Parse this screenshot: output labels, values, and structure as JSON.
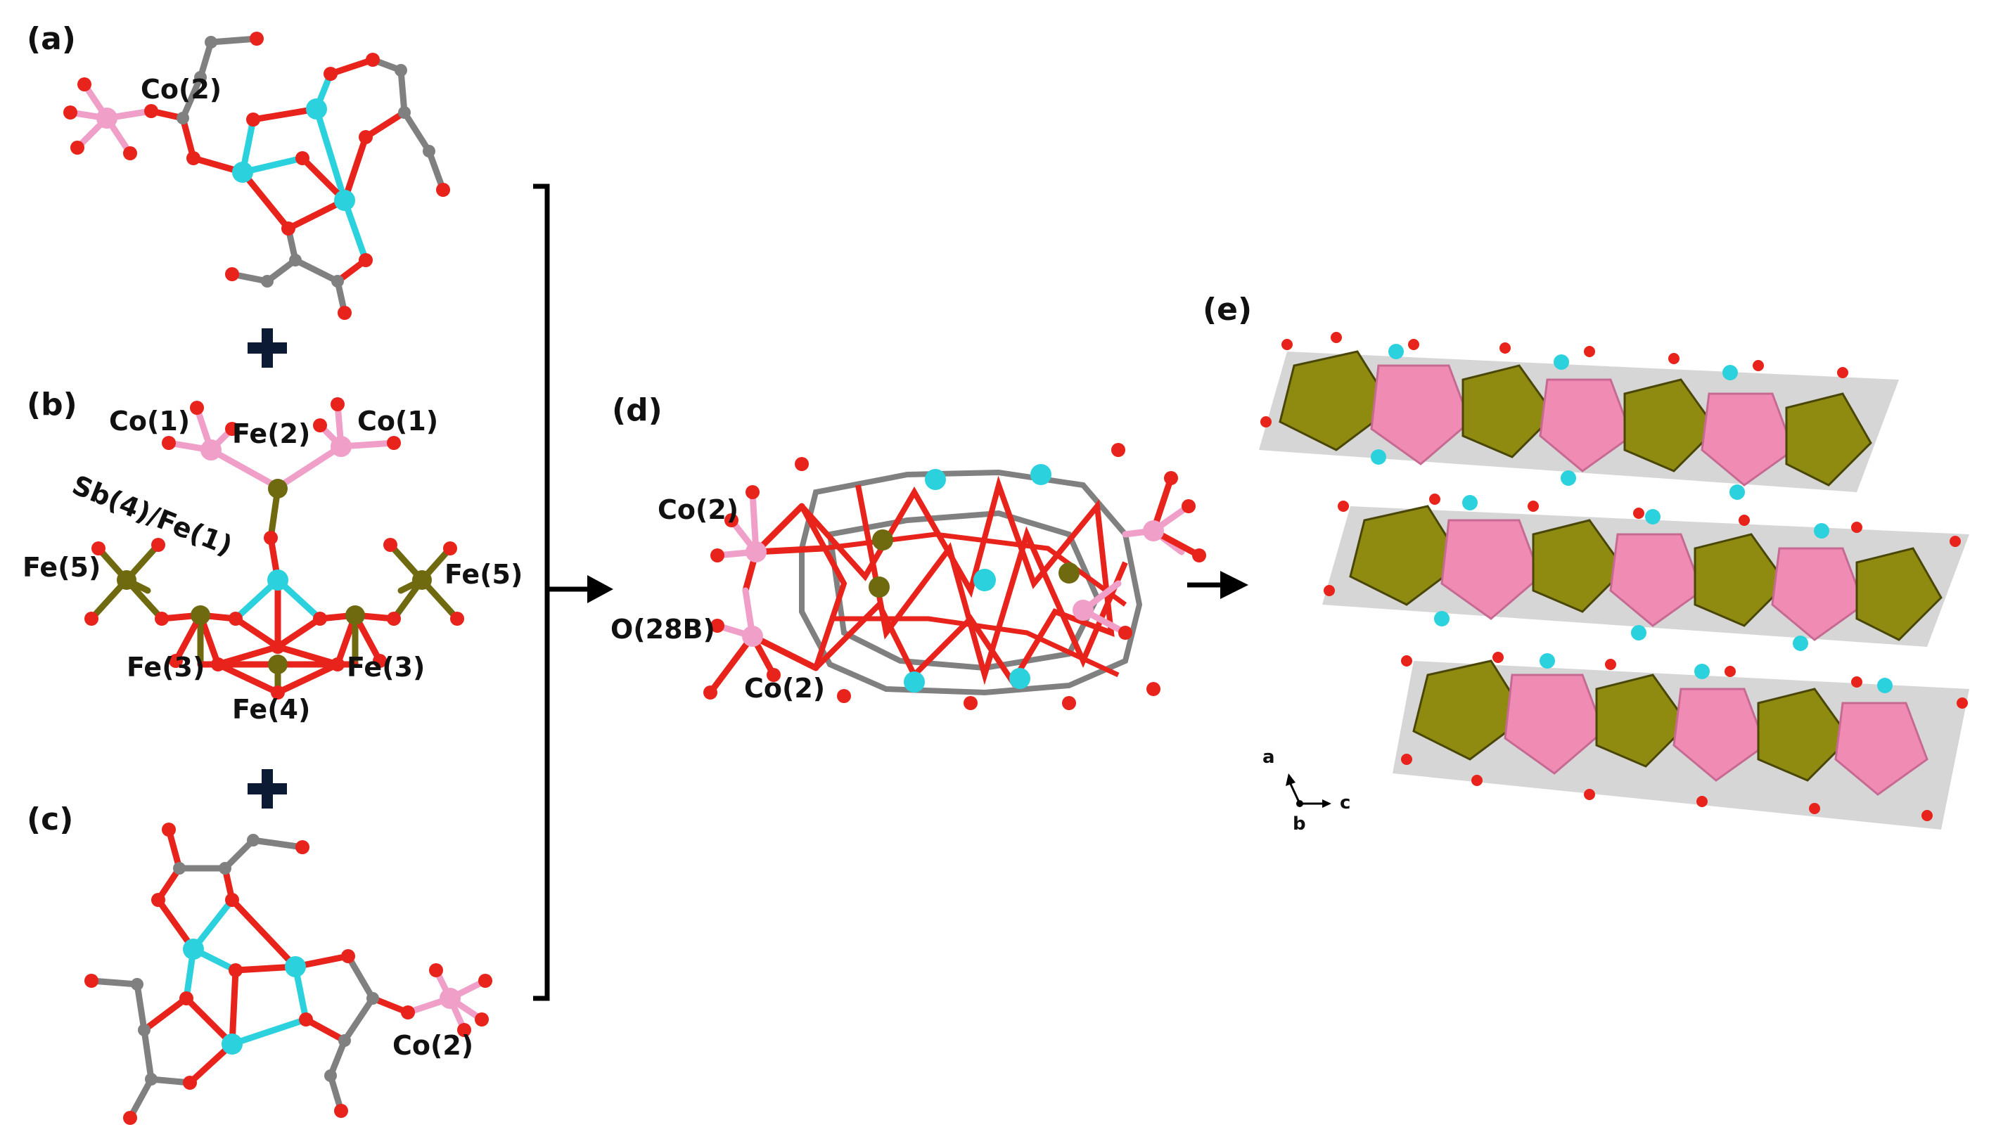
{
  "colors": {
    "oxygen": "#e8231c",
    "carbon": "#808080",
    "sb": "#2bd2de",
    "fe": "#6f6a10",
    "co": "#f0a0c8",
    "fe_polyhedron": "#8f8a10",
    "co_polyhedron": "#f08cb4",
    "line": "#000000"
  },
  "panels": {
    "a": {
      "label": "(a)",
      "atoms": {
        "co2": "Co(2)"
      }
    },
    "b": {
      "label": "(b)",
      "atoms": {
        "co1_left": "Co(1)",
        "fe2": "Fe(2)",
        "co1_right": "Co(1)",
        "sb4_fe1": "Sb(4)/Fe(1)",
        "fe5_left": "Fe(5)",
        "fe5_right": "Fe(5)",
        "fe3_left": "Fe(3)",
        "fe3_right": "Fe(3)",
        "fe4": "Fe(4)"
      }
    },
    "c": {
      "label": "(c)",
      "atoms": {
        "co2": "Co(2)"
      }
    },
    "d": {
      "label": "(d)",
      "atoms": {
        "co2_top": "Co(2)",
        "o28b": "O(28B)",
        "co2_bottom": "Co(2)"
      }
    },
    "e": {
      "label": "(e)",
      "axes": {
        "a": "a",
        "b": "b",
        "c": "c"
      }
    }
  },
  "icons": [
    "plus-icon",
    "bracket",
    "arrow-right-icon"
  ]
}
